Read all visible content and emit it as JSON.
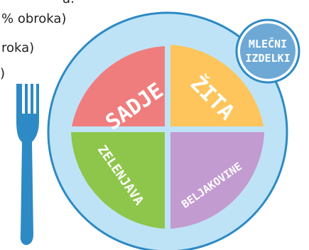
{
  "captions": {
    "line1": "a:",
    "line2": "% obroka)",
    "line3": "roka)",
    "line4": ")"
  },
  "plate": {
    "sections": [
      {
        "label": "SADJE",
        "color": "#f07d7d"
      },
      {
        "label": "ŽITA",
        "color": "#fdc55c"
      },
      {
        "label": "ZELENJAVA",
        "color": "#8dc64a"
      },
      {
        "label": "BELJAKOVINE",
        "color": "#c29bd0"
      }
    ],
    "rim_color": "#bfe3f6",
    "border_color": "#2d8ac4"
  },
  "dairy": {
    "label_line1": "MLEČNI",
    "label_line2": "IZDELKI",
    "color": "#6ea9d6"
  },
  "fork": {
    "color": "#2d8ac4"
  }
}
